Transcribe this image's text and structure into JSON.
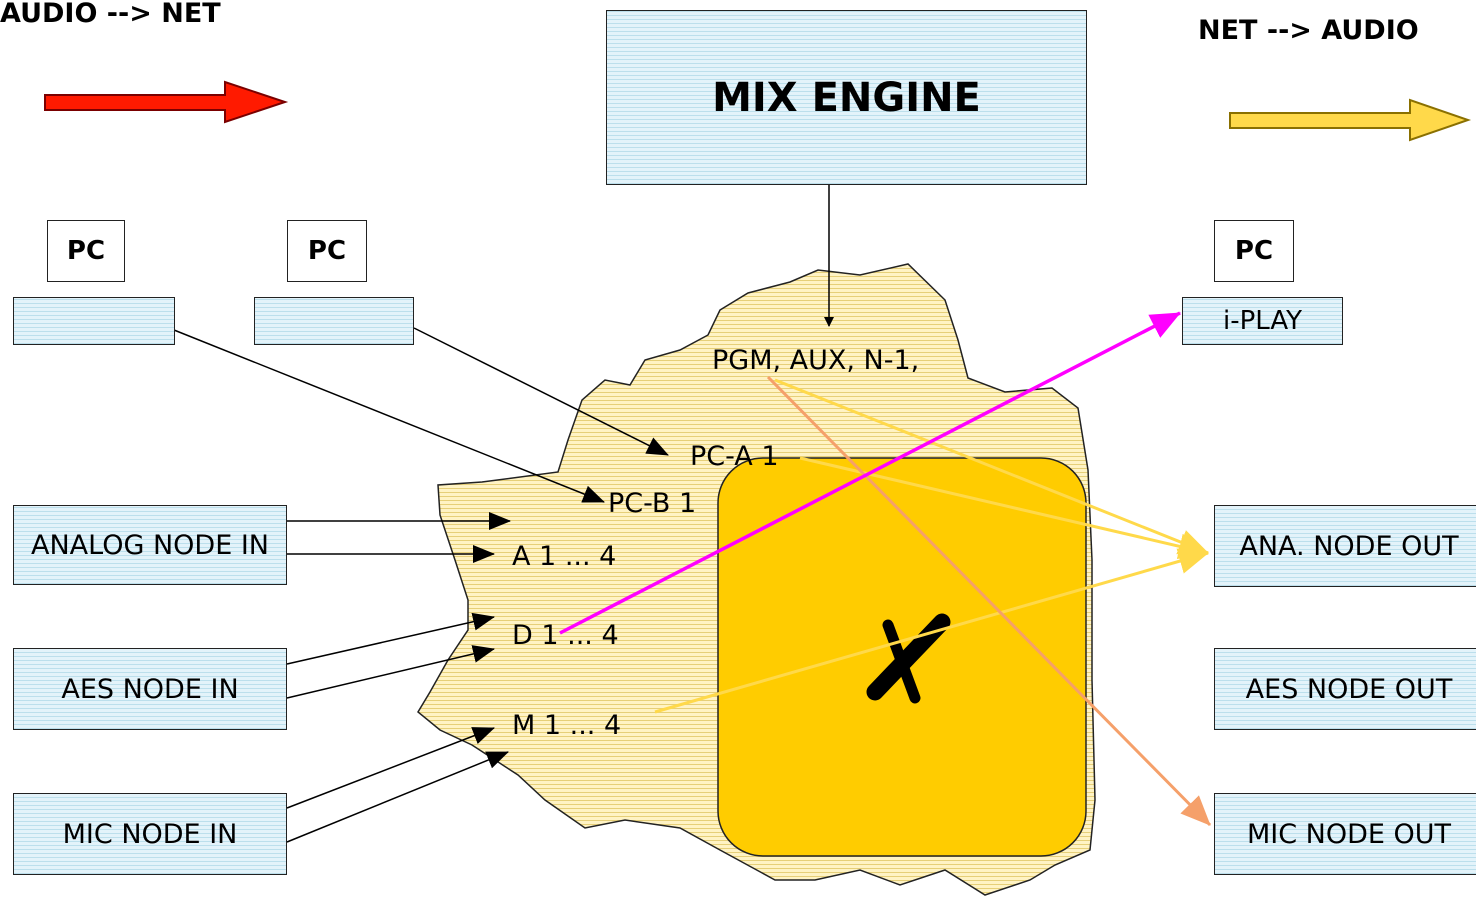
{
  "flow_titles": {
    "left": "AUDIO --> NET",
    "right": "NET --> AUDIO"
  },
  "mix_engine": {
    "label": "MIX ENGINE"
  },
  "pc_boxes": [
    {
      "label": "PC"
    },
    {
      "label": "PC"
    },
    {
      "label": "PC"
    }
  ],
  "iplay": {
    "label": "i-PLAY"
  },
  "inputs": [
    {
      "label": "ANALOG NODE IN"
    },
    {
      "label": "AES NODE IN"
    },
    {
      "label": "MIC  NODE IN"
    }
  ],
  "outputs": [
    {
      "label": "ANA. NODE OUT"
    },
    {
      "label": "AES NODE OUT"
    },
    {
      "label": "MIC  NODE OUT"
    }
  ],
  "network_labels": {
    "pgm": "PGM, AUX, N-1,",
    "pc_a": "PC-A 1",
    "pc_b": "PC-B 1",
    "analog": "A 1 ... 4",
    "digital": "D 1 ... 4",
    "mic": "M 1 ... 4"
  },
  "colors": {
    "audio_to_net_arrow": "#ff1a00",
    "net_to_audio_arrow": "#ffd94a",
    "network_cloud": "#fff2b8",
    "crossbar": "#ffcc00",
    "iplay_route": "#ff00ff",
    "mic_route": "#f5a06a",
    "output_routes": "#ffd94a"
  }
}
